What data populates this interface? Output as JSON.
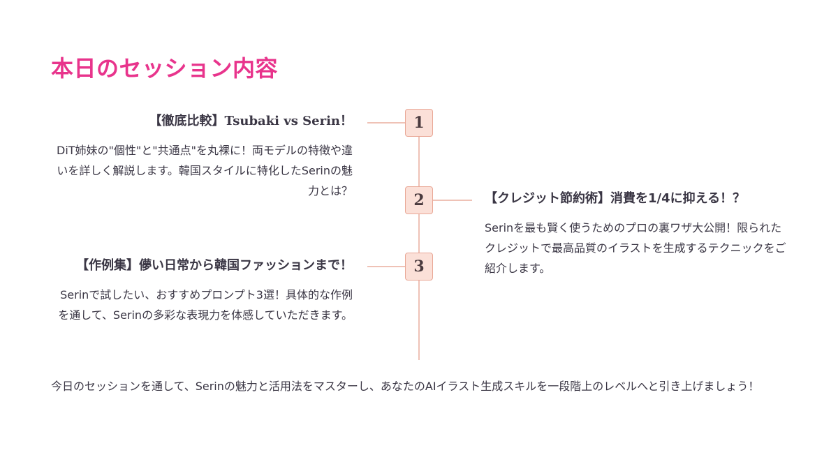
{
  "title": "本日のセッション内容",
  "accent_color": "#e8348c",
  "marker_color": "#fbe0d8",
  "line_color": "#efc2b6",
  "items": [
    {
      "number": "1",
      "title": "【徹底比較】Tsubaki vs Serin！",
      "description": "DiT姉妹の\"個性\"と\"共通点\"を丸裸に！両モデルの特徴や違いを詳しく解説します。韓国スタイルに特化したSerinの魅力とは？"
    },
    {
      "number": "2",
      "title": "【クレジット節約術】消費を1/4に抑える！？",
      "description": "Serinを最も賢く使うためのプロの裏ワザ大公開！限られたクレジットで最高品質のイラストを生成するテクニックをご紹介します。"
    },
    {
      "number": "3",
      "title": "【作例集】儚い日常から韓国ファッションまで！",
      "description": "Serinで試したい、おすすめプロンプト3選！具体的な作例を通して、Serinの多彩な表現力を体感していただきます。"
    }
  ],
  "footer": "今日のセッションを通して、Serinの魅力と活用法をマスターし、あなたのAIイラスト生成スキルを一段階上のレベルへと引き上げましょう！"
}
